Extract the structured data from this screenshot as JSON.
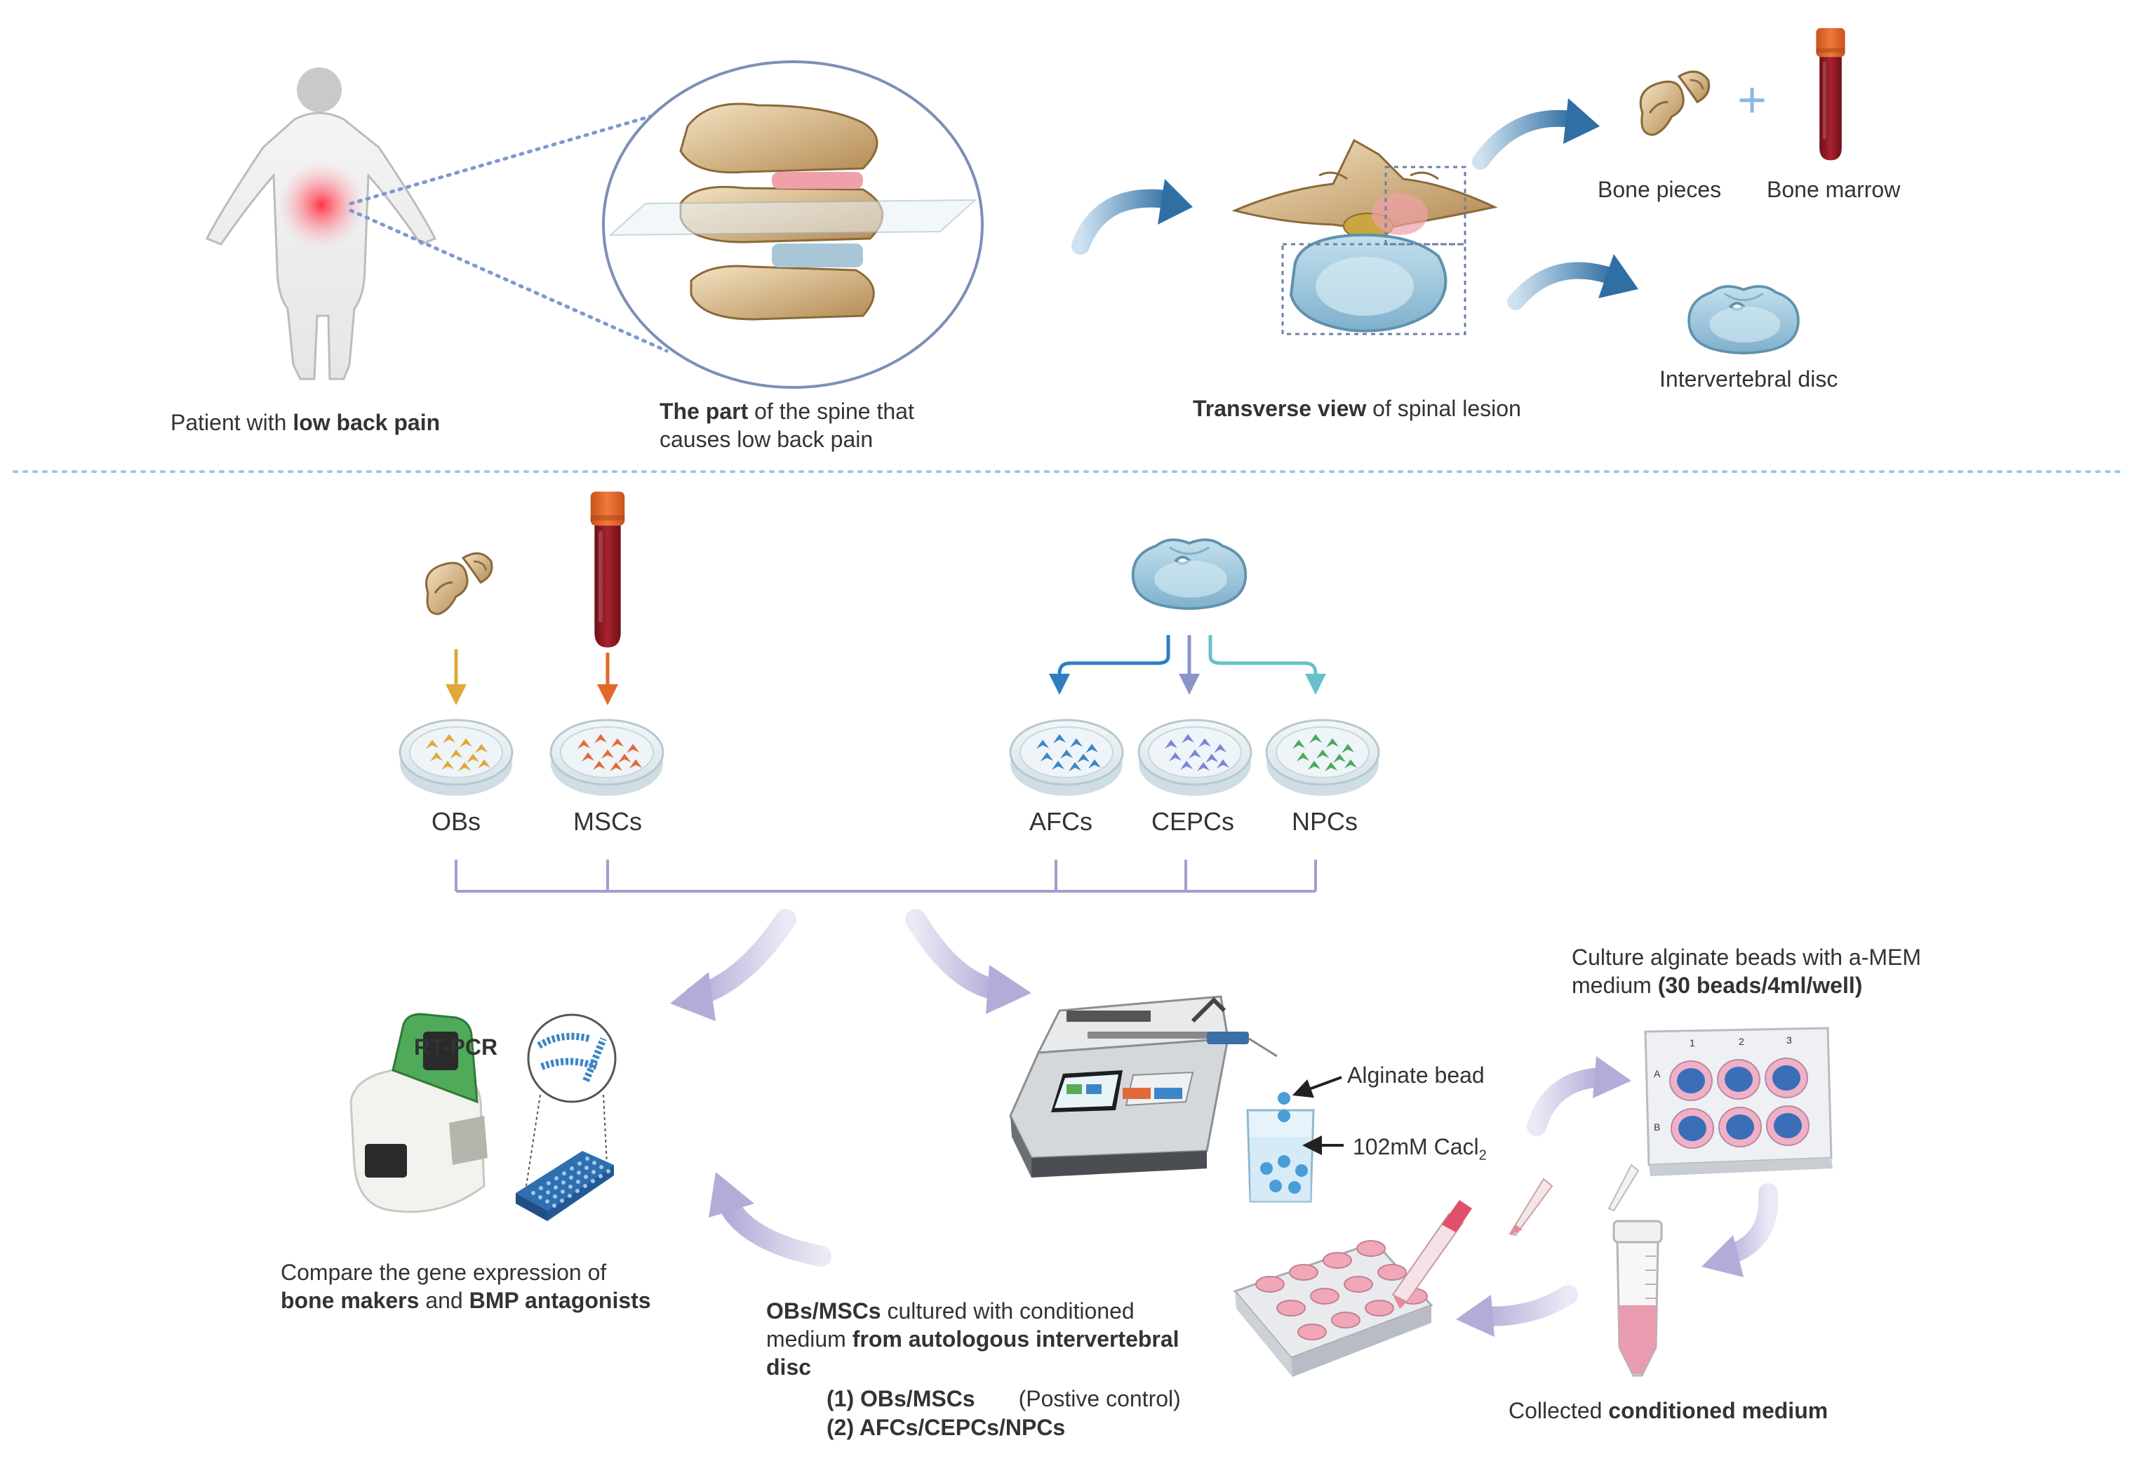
{
  "colors": {
    "bone": "#d7b98a",
    "bone_dark": "#8a6a3a",
    "blood": "#8e1b24",
    "cap": "#e06a2a",
    "disc": "#9cc6dc",
    "disc_dark": "#5f92ad",
    "arrow_blue": "#2f6fa3",
    "arrow_lilac": "#b8b2dc",
    "bracket": "#a99ad0",
    "divider": "#9cc6e6",
    "ob_cells": "#e0a83a",
    "msc_cells": "#e06a3a",
    "afc_cells": "#3a86c6",
    "cepc_cells": "#7c84d8",
    "npc_cells": "#4aaa5a"
  },
  "top": {
    "patient": {
      "pre": "Patient with ",
      "bold": "low back pain"
    },
    "spine_part": {
      "bold": "The part",
      "rest1": " of the spine that",
      "line2": "causes low back pain"
    },
    "transverse": {
      "bold": "Transverse view",
      "rest": " of spinal lesion"
    },
    "bone_pieces": "Bone pieces",
    "bone_marrow": "Bone marrow",
    "plus": "+",
    "intervertebral_disc": "Intervertebral disc"
  },
  "cells": {
    "obs": "OBs",
    "mscs": "MSCs",
    "afcs": "AFCs",
    "cepcs": "CEPCs",
    "npcs": "NPCs"
  },
  "rtpcr": {
    "title": "RT-PCR",
    "line1": "Compare the gene expression of",
    "bold1": "bone makers",
    "mid": " and ",
    "bold2": "BMP antagonists"
  },
  "culture": {
    "alginate_bead": "Alginate bead",
    "cacl_main": "102mM Cacl",
    "cacl_sub": "2",
    "beads_line1": "Culture alginate beads with a-MEM",
    "beads_pre": "medium ",
    "beads_bold": "(30 beads/4ml/well)",
    "collected_pre": "Collected ",
    "collected_bold": "conditioned medium",
    "plate_cols": [
      "1",
      "2",
      "3"
    ],
    "plate_rows": [
      "A",
      "B"
    ]
  },
  "conditioned": {
    "bold1": "OBs/MSCs",
    "rest1": " cultured with  conditioned",
    "pre2": "medium ",
    "bold2": "from autologous intervertebral",
    "bold3": "disc",
    "item1_bold": "(1) OBs/MSCs",
    "item1_rest": "(Postive control)",
    "item2_bold": "(2) AFCs/CEPCs/NPCs"
  }
}
